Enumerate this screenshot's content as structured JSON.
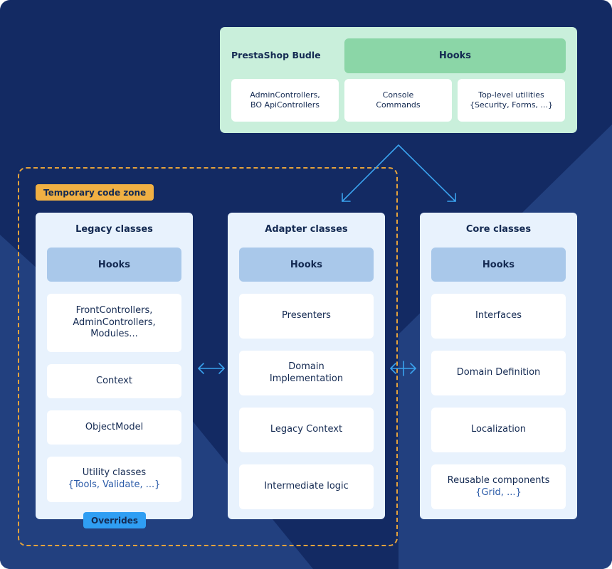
{
  "bundle": {
    "title": "PrestaShop Budle",
    "hooks": "Hooks",
    "items": [
      {
        "line1": "AdminControllers,",
        "line2": "BO ApiControllers"
      },
      {
        "line1": "Console",
        "line2": "Commands"
      },
      {
        "line1": "Top-level utilities",
        "line2": "{Security, Forms, ...}"
      }
    ]
  },
  "zone": {
    "label": "Temporary code zone",
    "overrides": "Overrides"
  },
  "columns": {
    "legacy": {
      "title": "Legacy classes",
      "hooks": "Hooks",
      "cards": [
        {
          "lines": [
            "FrontControllers,",
            "AdminControllers,",
            "Modules..."
          ]
        },
        {
          "lines": [
            "Context"
          ]
        },
        {
          "lines": [
            "ObjectModel"
          ]
        },
        {
          "lines": [
            "Utility classes"
          ],
          "sub": "{Tools, Validate, ...}"
        }
      ]
    },
    "adapter": {
      "title": "Adapter classes",
      "hooks": "Hooks",
      "cards": [
        {
          "lines": [
            "Presenters"
          ]
        },
        {
          "lines": [
            "Domain",
            "Implementation"
          ]
        },
        {
          "lines": [
            "Legacy Context"
          ]
        },
        {
          "lines": [
            "Intermediate logic"
          ]
        }
      ]
    },
    "core": {
      "title": "Core classes",
      "hooks": "Hooks",
      "cards": [
        {
          "lines": [
            "Interfaces"
          ]
        },
        {
          "lines": [
            "Domain Definition"
          ]
        },
        {
          "lines": [
            "Localization"
          ]
        },
        {
          "lines": [
            "Reusable components"
          ],
          "sub": "{Grid, ...}"
        }
      ]
    }
  },
  "colors": {
    "background": "#132a63",
    "background_accent": "#22407f",
    "bundle_panel": "#c9efdb",
    "bundle_hooks": "#8bd6a7",
    "column_panel": "#e8f2fd",
    "column_hooks": "#a9c8ea",
    "zone_border": "#e6a33b",
    "temporary_tag": "#f0b043",
    "overrides_tag": "#2f9ef3",
    "arrows": "#3aa2ee"
  }
}
